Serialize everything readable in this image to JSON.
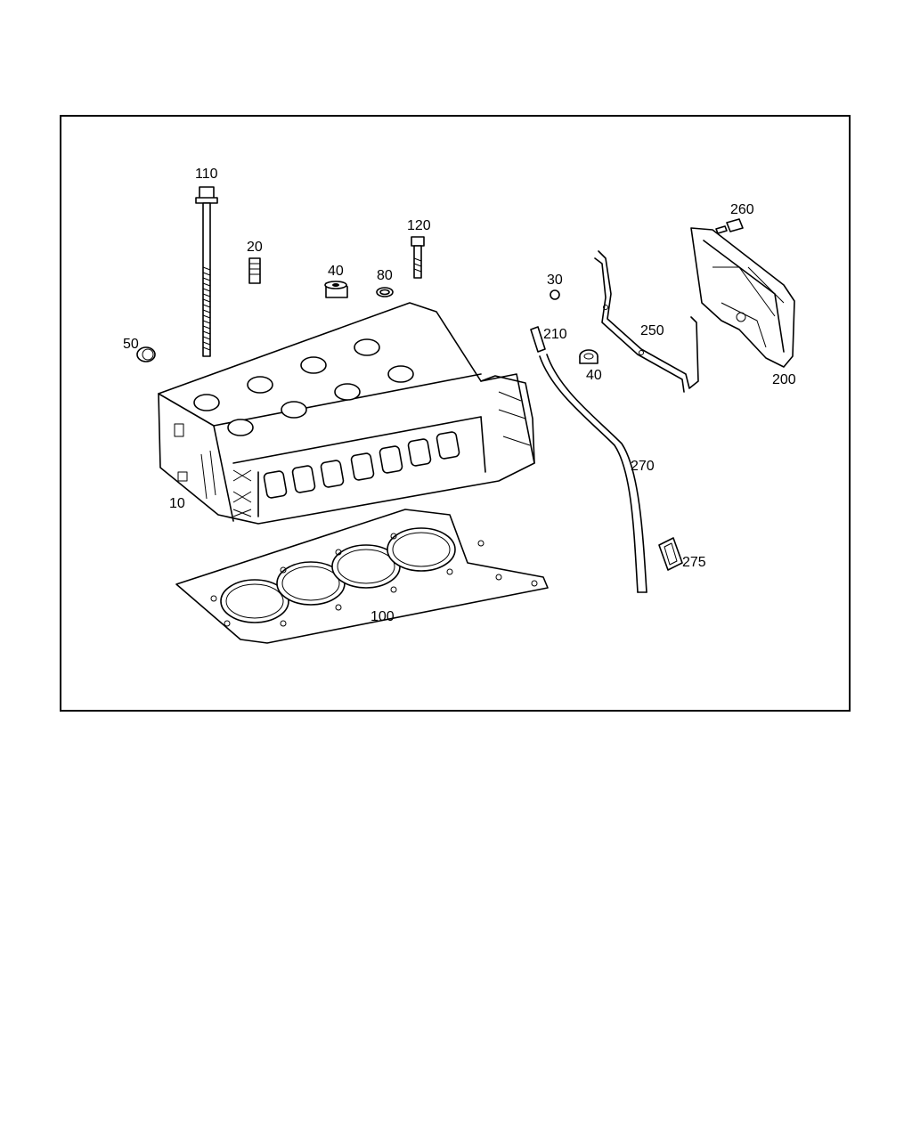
{
  "diagram": {
    "callouts": {
      "c10": "10",
      "c20": "20",
      "c30": "30",
      "c40a": "40",
      "c40b": "40",
      "c50": "50",
      "c80": "80",
      "c100": "100",
      "c110": "110",
      "c120": "120",
      "c200": "200",
      "c210": "210",
      "c250": "250",
      "c260": "260",
      "c270": "270",
      "c275": "275"
    }
  }
}
